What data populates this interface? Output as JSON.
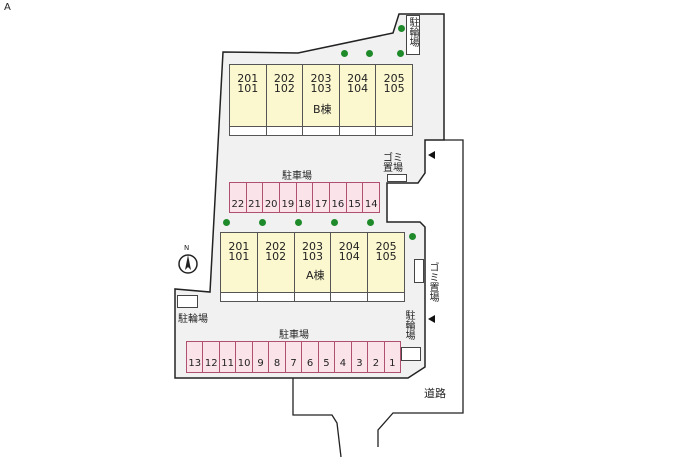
{
  "corner_label": "A",
  "building_b": {
    "name": "B棟",
    "units": [
      {
        "upper": "201",
        "lower": "101"
      },
      {
        "upper": "202",
        "lower": "102"
      },
      {
        "upper": "203",
        "lower": "103"
      },
      {
        "upper": "204",
        "lower": "104"
      },
      {
        "upper": "205",
        "lower": "105"
      }
    ]
  },
  "building_a": {
    "name": "A棟",
    "units": [
      {
        "upper": "201",
        "lower": "101"
      },
      {
        "upper": "202",
        "lower": "102"
      },
      {
        "upper": "203",
        "lower": "103"
      },
      {
        "upper": "204",
        "lower": "104"
      },
      {
        "upper": "205",
        "lower": "105"
      }
    ]
  },
  "parking_upper": {
    "label": "駐車場",
    "slots": [
      "22",
      "21",
      "20",
      "19",
      "18",
      "17",
      "16",
      "15",
      "14"
    ]
  },
  "parking_lower": {
    "label": "駐車場",
    "slots": [
      "13",
      "12",
      "11",
      "10",
      "9",
      "8",
      "7",
      "6",
      "5",
      "4",
      "3",
      "2",
      "1"
    ]
  },
  "labels": {
    "bike_top": "駐輪場",
    "bike_left": "駐輪場",
    "bike_right": "駐輪場",
    "garbage_top": "ゴミ置場",
    "garbage_right": "ゴミ置場",
    "road": "道路",
    "north": "N"
  },
  "colors": {
    "building": "#fbf7cf",
    "parking": "#fbe3ea",
    "tree": "#1f8a2a",
    "lot": "#f1f1f1"
  }
}
